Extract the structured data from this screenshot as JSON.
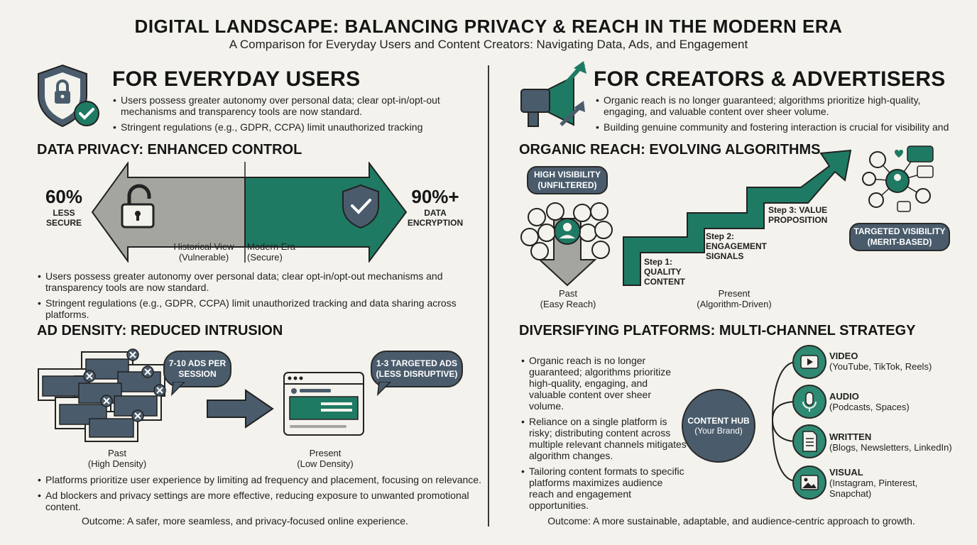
{
  "header": {
    "title": "DIGITAL LANDSCAPE: BALANCING PRIVACY & REACH IN THE MODERN ERA",
    "subtitle": "A Comparison for Everyday Users and Content Creators: Navigating Data, Ads, and Engagement"
  },
  "colors": {
    "teal": "#1f7a63",
    "slate": "#4a5c6c",
    "gray": "#a5a5a0",
    "background": "#f3f2ec"
  },
  "users": {
    "heading": "FOR EVERYDAY USERS",
    "icon": "shield-lock-check-icon",
    "bullets": [
      "Users possess greater autonomy over personal data; clear opt-in/opt-out mechanisms and transparency tools are now standard.",
      "Stringent regulations (e.g., GDPR, CCPA) limit unauthorized tracking"
    ],
    "privacy": {
      "heading": "DATA PRIVACY: ENHANCED CONTROL",
      "left_value": "60%",
      "left_label": "LESS SECURE",
      "right_value": "90%+",
      "right_label": "DATA ENCRYPTION",
      "historical_label": "Historical View",
      "historical_sub": "(Vulnerable)",
      "modern_label": "Modern Era",
      "modern_sub": "(Secure)",
      "bullets": [
        "Users possess greater autonomy over personal data; clear opt-in/opt-out mechanisms and transparency tools are now standard.",
        "Stringent regulations (e.g., GDPR, CCPA) limit unauthorized tracking and data sharing across platforms."
      ]
    },
    "ads": {
      "heading": "AD DENSITY: REDUCED INTRUSION",
      "past_bubble": "7-10 ADS PER SESSION",
      "present_bubble": "1-3 TARGETED ADS (LESS DISRUPTIVE)",
      "past_label": "Past",
      "past_sub": "(High Density)",
      "present_label": "Present",
      "present_sub": "(Low Density)",
      "bullets": [
        "Platforms prioritize user experience by limiting ad frequency and placement, focusing on relevance.",
        "Ad blockers and privacy settings are more effective, reducing exposure to unwanted promotional content."
      ]
    },
    "outcome": "Outcome: A safer, more seamless, and privacy-focused online experience."
  },
  "creators": {
    "heading": "FOR CREATORS & ADVERTISERS",
    "icon": "megaphone-growth-icon",
    "bullets": [
      "Organic reach is no longer guaranteed; algorithms prioritize high-quality, engaging, and valuable content over sheer volume.",
      "Building genuine community and fostering interaction is crucial for visibility and"
    ],
    "reach": {
      "heading": "ORGANIC REACH: EVOLVING ALGORITHMS",
      "high_pill": "HIGH VISIBILITY (UNFILTERED)",
      "targeted_pill": "TARGETED VISIBILITY (MERIT-BASED)",
      "past_label": "Past",
      "past_sub": "(Easy Reach)",
      "present_label": "Present",
      "present_sub": "(Algorithm-Driven)",
      "steps": [
        "Step 1: QUALITY CONTENT",
        "Step 2: ENGAGEMENT SIGNALS",
        "Step 3: VALUE PROPOSITION"
      ]
    },
    "platforms": {
      "heading": "DIVERSIFYING PLATFORMS: MULTI-CHANNEL STRATEGY",
      "bullets": [
        "Organic reach is no longer guaranteed; algorithms prioritize high-quality, engaging, and valuable content over sheer volume.",
        "Reliance on a single platform is risky; distributing content across multiple relevant channels mitigates algorithm changes.",
        "Tailoring content formats to specific platforms maximizes audience reach and engagement opportunities."
      ],
      "hub_title": "CONTENT HUB",
      "hub_sub": "(Your Brand)",
      "channels": [
        {
          "name": "VIDEO",
          "detail": "(YouTube, TikTok, Reels)",
          "icon": "play-icon"
        },
        {
          "name": "AUDIO",
          "detail": "(Podcasts, Spaces)",
          "icon": "microphone-icon"
        },
        {
          "name": "WRITTEN",
          "detail": "(Blogs, Newsletters, LinkedIn)",
          "icon": "document-icon"
        },
        {
          "name": "VISUAL",
          "detail": "(Instagram, Pinterest, Snapchat)",
          "icon": "image-icon"
        }
      ]
    },
    "outcome": "Outcome: A more sustainable, adaptable, and audience-centric approach to growth."
  }
}
